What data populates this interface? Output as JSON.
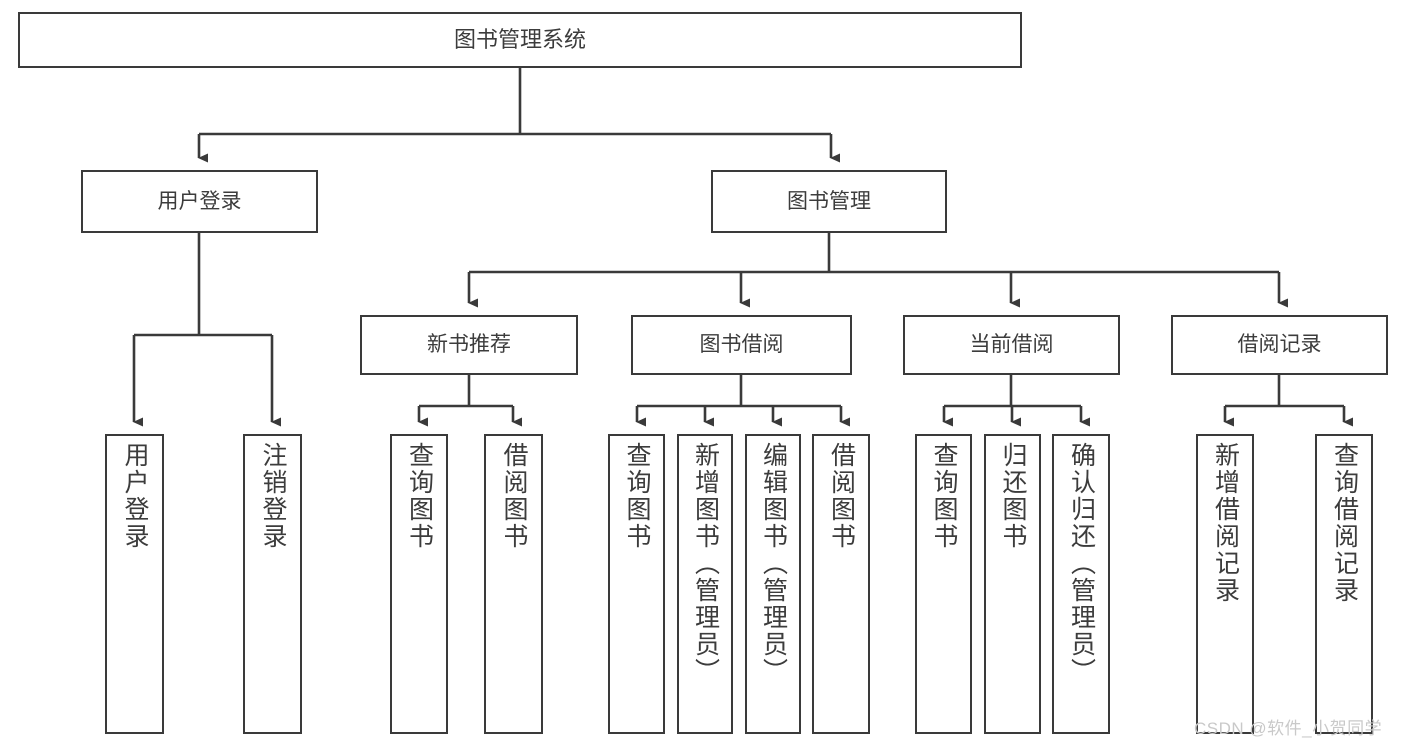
{
  "diagram": {
    "title": "图书管理系统",
    "type": "hierarchy-tree",
    "root": {
      "label": "图书管理系统"
    },
    "level2": [
      {
        "label": "用户登录"
      },
      {
        "label": "图书管理"
      }
    ],
    "level3": [
      {
        "label": "新书推荐"
      },
      {
        "label": "图书借阅"
      },
      {
        "label": "当前借阅"
      },
      {
        "label": "借阅记录"
      }
    ],
    "leaves": {
      "user_login": [
        {
          "label": "用户登录"
        },
        {
          "label": "注销登录"
        }
      ],
      "new_book_recommend": [
        {
          "label": "查询图书"
        },
        {
          "label": "借阅图书"
        }
      ],
      "book_borrow": [
        {
          "label": "查询图书"
        },
        {
          "label": "新增图书（管理员）"
        },
        {
          "label": "编辑图书（管理员）"
        },
        {
          "label": "借阅图书"
        }
      ],
      "current_borrow": [
        {
          "label": "查询图书"
        },
        {
          "label": "归还图书"
        },
        {
          "label": "确认归还（管理员）"
        }
      ],
      "borrow_record": [
        {
          "label": "新增借阅记录"
        },
        {
          "label": "查询借阅记录"
        }
      ]
    }
  },
  "watermark": {
    "text": "CSDN @软件_小贺同学"
  },
  "colors": {
    "border": "#3a3a3a",
    "text": "#3c3c3c",
    "background": "#ffffff",
    "watermark": "#c9c9c9"
  }
}
